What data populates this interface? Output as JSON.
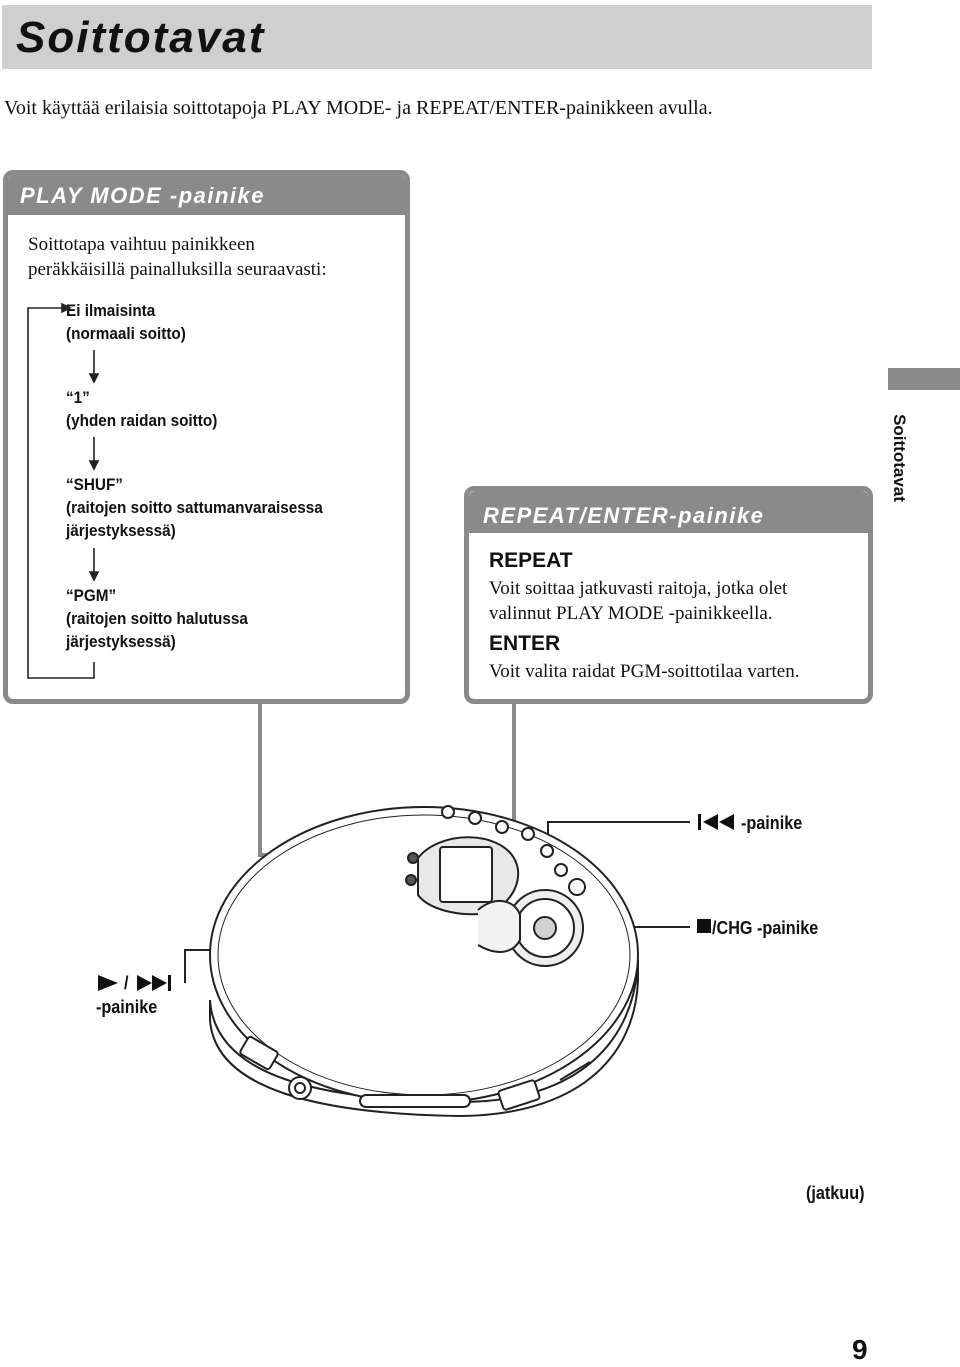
{
  "page": {
    "title": "Soittotavat",
    "intro": "Voit käyttää erilaisia soittotapoja PLAY MODE- ja REPEAT/ENTER-painikkeen avulla.",
    "side_tab": "Soittotavat",
    "continued": "(jatkuu)",
    "page_number": "9"
  },
  "play_mode": {
    "heading": "PLAY MODE -painike",
    "desc_line1": "Soittotapa vaihtuu painikkeen",
    "desc_line2": "peräkkäisillä painalluksilla seuraavasti:",
    "modes": [
      {
        "line1": "Ei ilmaisinta",
        "line2": "(normaali soitto)",
        "line3": ""
      },
      {
        "line1": "“1”",
        "line2": "(yhden raidan soitto)",
        "line3": ""
      },
      {
        "line1": "“SHUF”",
        "line2": "(raitojen soitto sattumanvaraisessa",
        "line3": "järjestyksessä)"
      },
      {
        "line1": "“PGM”",
        "line2": "(raitojen soitto halutussa",
        "line3": "järjestyksessä)"
      }
    ]
  },
  "repeat_enter": {
    "heading": "REPEAT/ENTER-painike",
    "repeat_label": "REPEAT",
    "repeat_line1": "Voit soittaa jatkuvasti raitoja, jotka olet",
    "repeat_line2": "valinnut PLAY MODE -painikkeella.",
    "enter_label": "ENTER",
    "enter_line1": "Voit valita raidat PGM-soittotilaa varten."
  },
  "callouts": {
    "prev": "-painike",
    "stop": "/CHG -painike",
    "play_line1": "/",
    "play_line2": "-painike"
  }
}
